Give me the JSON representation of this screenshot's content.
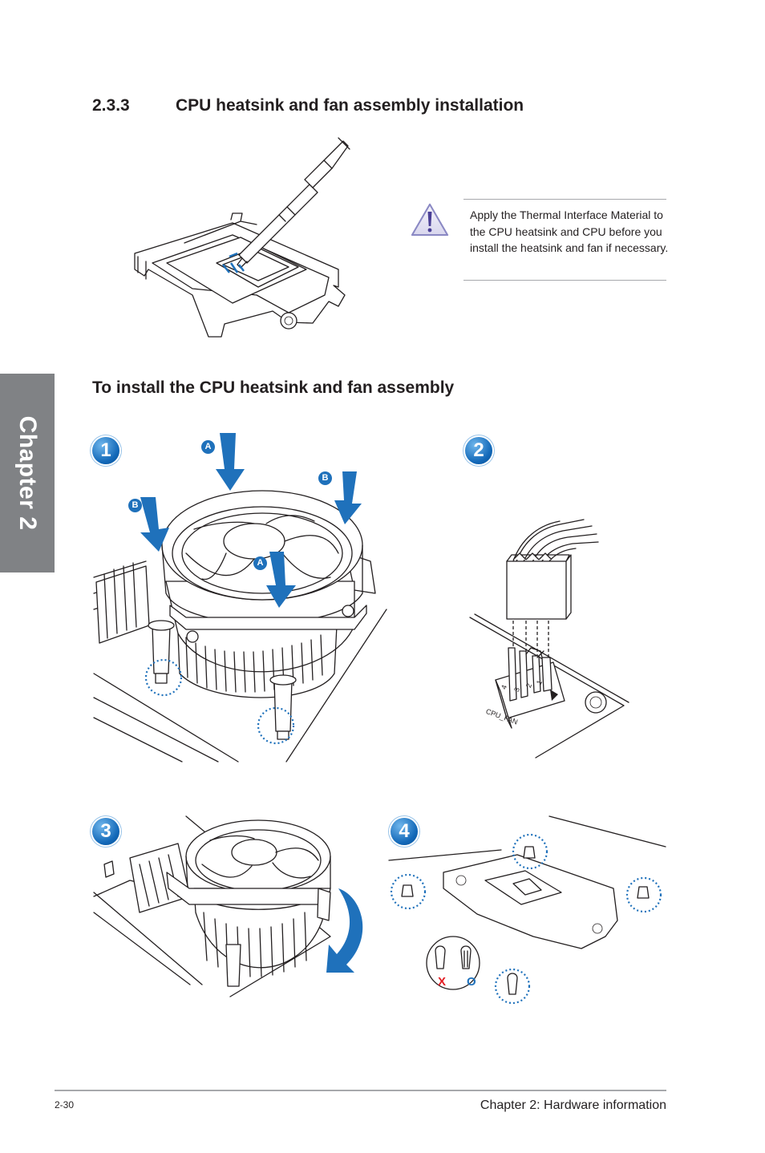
{
  "chapter_tab": "Chapter 2",
  "section": {
    "number": "2.3.3",
    "title": "CPU heatsink and fan assembly installation"
  },
  "note": {
    "icon": "warning-triangle-icon",
    "text": "Apply the Thermal Interface Material to the CPU heatsink and CPU before you install the heatsink and fan if necessary."
  },
  "subheading": "To install the CPU heatsink and fan assembly",
  "steps": [
    {
      "number": "1",
      "labels": [
        "A",
        "B",
        "B",
        "A"
      ]
    },
    {
      "number": "2",
      "connector_label": "CPU_FAN",
      "pin_numbers": [
        "4",
        "3",
        "2",
        "1"
      ]
    },
    {
      "number": "3"
    },
    {
      "number": "4",
      "wrong_mark": "X",
      "correct_mark": "O"
    }
  ],
  "colors": {
    "accent_blue": "#1f71bb",
    "wrong_red": "#e31e24",
    "tab_gray": "#808285"
  },
  "footer": {
    "page_number": "2-30",
    "chapter_title": "Chapter 2: Hardware information"
  }
}
